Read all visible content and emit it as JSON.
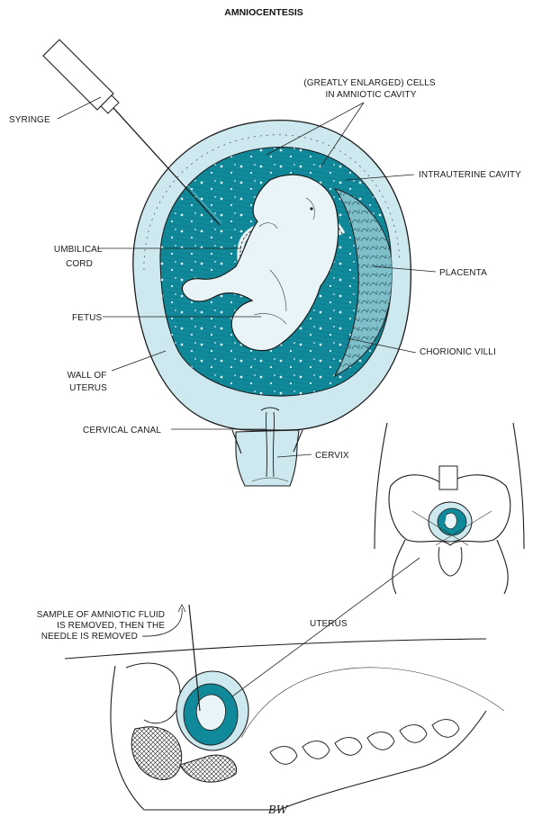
{
  "title": "AMNIOCENTESIS",
  "labels": {
    "cells": [
      "(GREATLY ENLARGED) CELLS",
      "IN AMNIOTIC CAVITY"
    ],
    "syringe": [
      "SYRINGE"
    ],
    "intrauterine_cavity": [
      "INTRAUTERINE CAVITY"
    ],
    "umbilical_cord": [
      "UMBILICAL",
      "CORD"
    ],
    "placenta": [
      "PLACENTA"
    ],
    "fetus": [
      "FETUS"
    ],
    "chorionic_villi": [
      "CHORIONIC VILLI"
    ],
    "wall_of_uterus": [
      "WALL OF",
      "UTERUS"
    ],
    "cervical_canal": [
      "CERVICAL CANAL"
    ],
    "cervix": [
      "CERVIX"
    ],
    "sample_note": [
      "SAMPLE OF AMNIOTIC FLUID",
      "IS REMOVED, THEN THE",
      "NEEDLE IS REMOVED"
    ],
    "uterus": [
      "UTERUS"
    ]
  },
  "signature": "BW",
  "colors": {
    "uterine_wall": "#cde8ee",
    "amniotic_fluid": "#10899a",
    "fetus": "#e8f4f7",
    "placenta": "#7fbfca",
    "ink": "#1c1c1c"
  }
}
